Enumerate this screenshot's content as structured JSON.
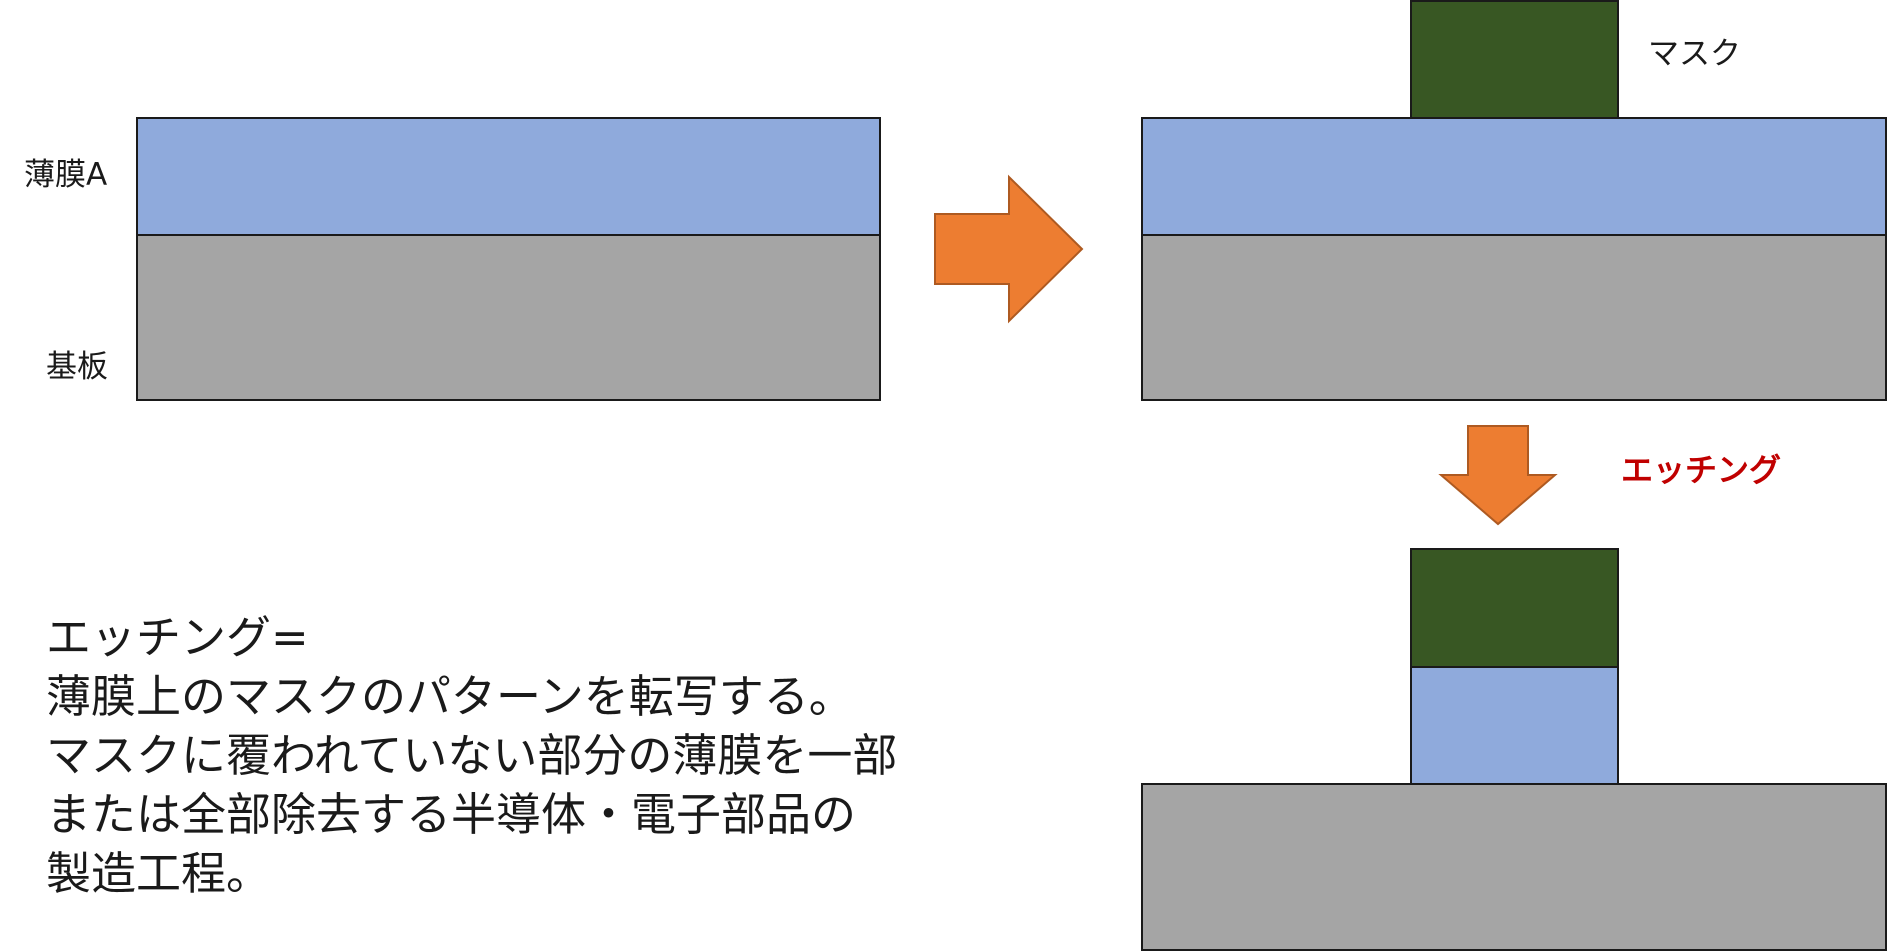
{
  "labels": {
    "film_a": "薄膜A",
    "substrate": "基板",
    "mask": "マスク",
    "etching": "エッチング"
  },
  "description": [
    "エッチング=",
    "薄膜上のマスクのパターンを転写する。",
    "マスクに覆われていない部分の薄膜を一部",
    "または全部除去する半導体・電子部品の",
    "製造工程。"
  ],
  "colors": {
    "film": "#8faadc",
    "substrate": "#a5a5a5",
    "mask": "#385723",
    "arrow": "#ed7d31",
    "etching_text": "#c00000"
  }
}
